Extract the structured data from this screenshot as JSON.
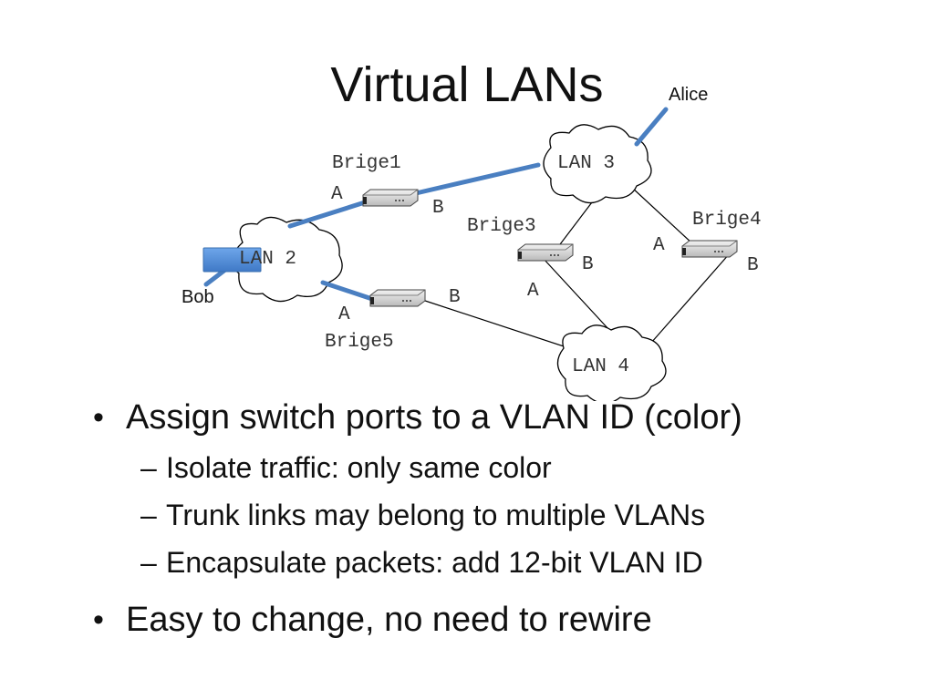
{
  "slide": {
    "title": "Virtual LANs"
  },
  "diagram": {
    "lans": [
      {
        "id": "lan2",
        "label": "LAN 2"
      },
      {
        "id": "lan3",
        "label": "LAN 3"
      },
      {
        "id": "lan4",
        "label": "LAN 4"
      }
    ],
    "bridges": [
      {
        "id": "brige1",
        "label": "Brige1",
        "ports": [
          "A",
          "B"
        ]
      },
      {
        "id": "brige3",
        "label": "Brige3",
        "ports": [
          "A",
          "B"
        ]
      },
      {
        "id": "brige4",
        "label": "Brige4",
        "ports": [
          "A",
          "B"
        ]
      },
      {
        "id": "brige5",
        "label": "Brige5",
        "ports": [
          "A",
          "B"
        ]
      }
    ],
    "hosts": [
      {
        "id": "alice",
        "label": "Alice"
      },
      {
        "id": "bob",
        "label": "Bob"
      }
    ],
    "colors": {
      "vlan_link": "#4a7fc1",
      "plain_link": "#000000",
      "host_box": "#4d8bd6"
    }
  },
  "bullets": [
    {
      "text": "Assign switch ports to a VLAN ID (color)",
      "sub": [
        "Isolate traffic: only same color",
        "Trunk links may belong to multiple VLANs",
        "Encapsulate packets: add 12-bit VLAN ID"
      ]
    },
    {
      "text": "Easy to change, no need to rewire",
      "sub": []
    }
  ]
}
